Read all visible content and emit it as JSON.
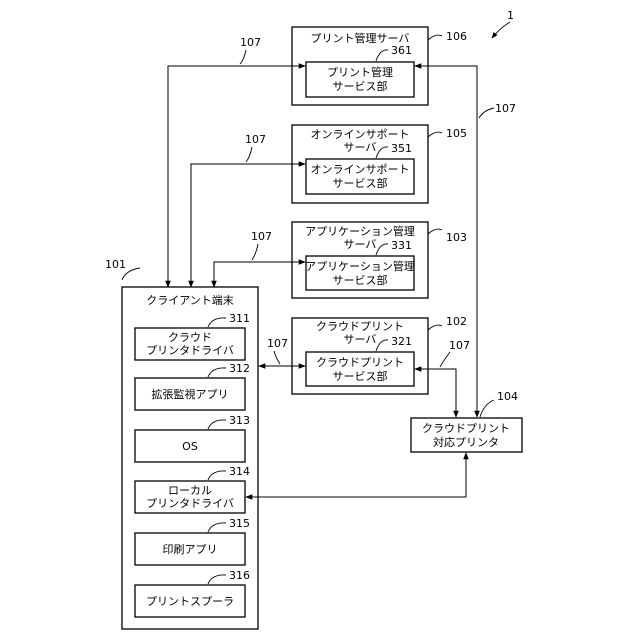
{
  "figure_ref": "1",
  "client": {
    "ref": "101",
    "title": "クライアント端末",
    "modules": [
      {
        "ref": "311",
        "lines": [
          "クラウド",
          "プリンタドライバ"
        ]
      },
      {
        "ref": "312",
        "lines": [
          "拡張監視アプリ"
        ]
      },
      {
        "ref": "313",
        "lines": [
          "OS"
        ]
      },
      {
        "ref": "314",
        "lines": [
          "ローカル",
          "プリンタドライバ"
        ]
      },
      {
        "ref": "315",
        "lines": [
          "印刷アプリ"
        ]
      },
      {
        "ref": "316",
        "lines": [
          "プリントスプーラ"
        ]
      }
    ]
  },
  "servers": [
    {
      "ref": "106",
      "title_lines": [
        "プリント管理サーバ"
      ],
      "sub_ref": "361",
      "sub_lines": [
        "プリント管理",
        "サービス部"
      ]
    },
    {
      "ref": "105",
      "title_lines": [
        "オンラインサポート",
        "サーバ"
      ],
      "sub_ref": "351",
      "sub_lines": [
        "オンラインサポート",
        "サービス部"
      ]
    },
    {
      "ref": "103",
      "title_lines": [
        "アプリケーション管理",
        "サーバ"
      ],
      "sub_ref": "331",
      "sub_lines": [
        "アプリケーション管理",
        "サービス部"
      ]
    },
    {
      "ref": "102",
      "title_lines": [
        "クラウドプリント",
        "サーバ"
      ],
      "sub_ref": "321",
      "sub_lines": [
        "クラウドプリント",
        "サービス部"
      ]
    }
  ],
  "printer": {
    "ref": "104",
    "lines": [
      "クラウドプリント",
      "対応プリンタ"
    ]
  },
  "network_ref": "107"
}
